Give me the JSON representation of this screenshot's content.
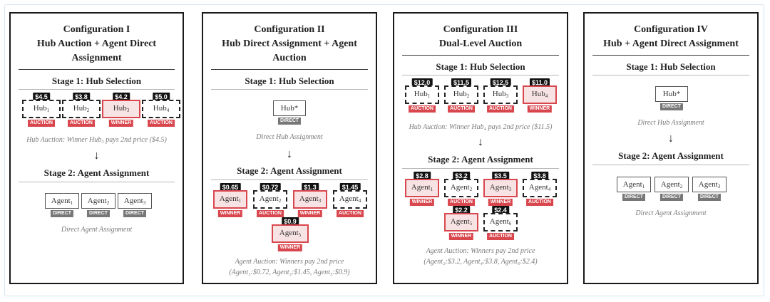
{
  "configs": [
    {
      "title_lines": [
        "Configuration I",
        "Hub Auction + Agent Direct",
        "Assignment"
      ],
      "stage1": "Stage 1: Hub Selection",
      "hubs": [
        {
          "name": "Hub",
          "sub": "1",
          "price": "$4.5",
          "status": "AUCTION"
        },
        {
          "name": "Hub",
          "sub": "2",
          "price": "$3.8",
          "status": "AUCTION"
        },
        {
          "name": "Hub",
          "sub": "3",
          "price": "$4.2",
          "status": "WINNER"
        },
        {
          "name": "Hub",
          "sub": "4",
          "price": "$5.0",
          "status": "AUCTION"
        }
      ],
      "note1": "Hub Auction: Winner Hub₃ pays 2nd price ($4.5)",
      "arrow": "↓",
      "stage2": "Stage 2: Agent Assignment",
      "agents": [
        {
          "name": "Agent",
          "sub": "1",
          "status": "DIRECT"
        },
        {
          "name": "Agent",
          "sub": "2",
          "status": "DIRECT"
        },
        {
          "name": "Agent",
          "sub": "3",
          "status": "DIRECT"
        }
      ],
      "note2": "Direct Agent Assignment"
    },
    {
      "title_lines": [
        "Configuration II",
        "Hub Direct Assignment + Agent",
        "Auction"
      ],
      "stage1": "Stage 1: Hub Selection",
      "hubs": [
        {
          "name": "Hub*",
          "sub": "",
          "status": "DIRECT"
        }
      ],
      "note1": "Direct Hub Assignment",
      "arrow": "↓",
      "stage2": "Stage 2: Agent Assignment",
      "agents": [
        {
          "name": "Agent",
          "sub": "1",
          "price": "$0.65",
          "status": "WINNER"
        },
        {
          "name": "Agent",
          "sub": "2",
          "price": "$0.72",
          "status": "AUCTION"
        },
        {
          "name": "Agent",
          "sub": "3",
          "price": "$1.3",
          "status": "WINNER"
        },
        {
          "name": "Agent",
          "sub": "4",
          "price": "$1.45",
          "status": "AUCTION"
        },
        {
          "name": "Agent",
          "sub": "5",
          "price": "$0.9",
          "status": "WINNER"
        }
      ],
      "note2_lines": [
        "Agent Auction: Winners pay 2nd price",
        "(Agent₁:$0.72, Agent₃:$1.45, Agent₅:$0.9)"
      ]
    },
    {
      "title_lines": [
        "Configuration III",
        "Dual-Level Auction"
      ],
      "stage1": "Stage 1: Hub Selection",
      "hubs": [
        {
          "name": "Hub",
          "sub": "1",
          "price": "$12.0",
          "status": "AUCTION"
        },
        {
          "name": "Hub",
          "sub": "2",
          "price": "$11.5",
          "status": "AUCTION"
        },
        {
          "name": "Hub",
          "sub": "3",
          "price": "$12.5",
          "status": "AUCTION"
        },
        {
          "name": "Hub",
          "sub": "4",
          "price": "$11.0",
          "status": "WINNER"
        }
      ],
      "note1": "Hub Auction: Winner Hub₄ pays 2nd price ($11.5)",
      "arrow": "↓",
      "stage2": "Stage 2: Agent Assignment",
      "agents": [
        {
          "name": "Agent",
          "sub": "1",
          "price": "$2.8",
          "status": "WINNER"
        },
        {
          "name": "Agent",
          "sub": "2",
          "price": "$3.2",
          "status": "AUCTION"
        },
        {
          "name": "Agent",
          "sub": "3",
          "price": "$3.5",
          "status": "WINNER"
        },
        {
          "name": "Agent",
          "sub": "4",
          "price": "$3.8",
          "status": "AUCTION"
        },
        {
          "name": "Agent",
          "sub": "5",
          "price": "$2.2",
          "status": "WINNER"
        },
        {
          "name": "Agent",
          "sub": "6",
          "price": "$2.4",
          "status": "AUCTION"
        }
      ],
      "note2_lines": [
        "Agent Auction: Winners pay 2nd price",
        "(Agent₂:$3.2, Agent₄:$3.8, Agent₆:$2.4)"
      ]
    },
    {
      "title_lines": [
        "Configuration IV",
        "Hub + Agent Direct Assignment"
      ],
      "stage1": "Stage 1: Hub Selection",
      "hubs": [
        {
          "name": "Hub*",
          "sub": "",
          "status": "DIRECT"
        }
      ],
      "note1": "Direct Hub Assignment",
      "arrow": "↓",
      "stage2": "Stage 2: Agent Assignment",
      "agents": [
        {
          "name": "Agent",
          "sub": "1",
          "status": "DIRECT"
        },
        {
          "name": "Agent",
          "sub": "2",
          "status": "DIRECT"
        },
        {
          "name": "Agent",
          "sub": "3",
          "status": "DIRECT"
        }
      ],
      "note2": "Direct Agent Assignment"
    }
  ]
}
